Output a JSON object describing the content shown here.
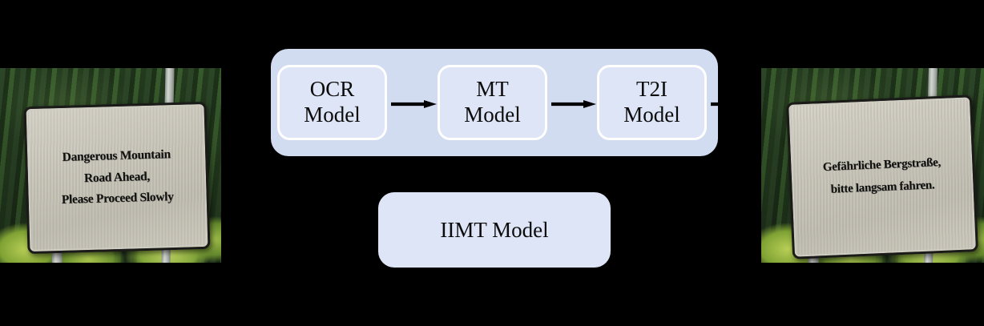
{
  "figure": {
    "background_color": "#000000",
    "accent_box_color": "#dee5f6",
    "accent_container_color": "#d2dcf0",
    "arrow_color": "#000000"
  },
  "source_image": {
    "alt_name": "english-road-sign-photo",
    "sign_lines": [
      "Dangerous Mountain",
      "Road Ahead,",
      "Please Proceed Slowly"
    ],
    "sign_plate_color": "#c7c4b8",
    "sign_border_color": "#1a1a18",
    "backdrop": "conifer forest"
  },
  "target_image": {
    "alt_name": "german-road-sign-photo",
    "sign_lines": [
      "Gefährliche Bergstraße,",
      "bitte langsam fahren."
    ],
    "sign_plate_color": "#c7c4b8",
    "sign_border_color": "#1a1a18",
    "backdrop": "conifer forest"
  },
  "cascaded_pipeline": {
    "stages": [
      {
        "line1": "OCR",
        "line2": "Model"
      },
      {
        "line1": "MT",
        "line2": "Model"
      },
      {
        "line1": "T2I",
        "line2": "Model"
      }
    ],
    "arrow_icon": "arrow-right-icon"
  },
  "end_to_end": {
    "label": "IIMT Model"
  }
}
